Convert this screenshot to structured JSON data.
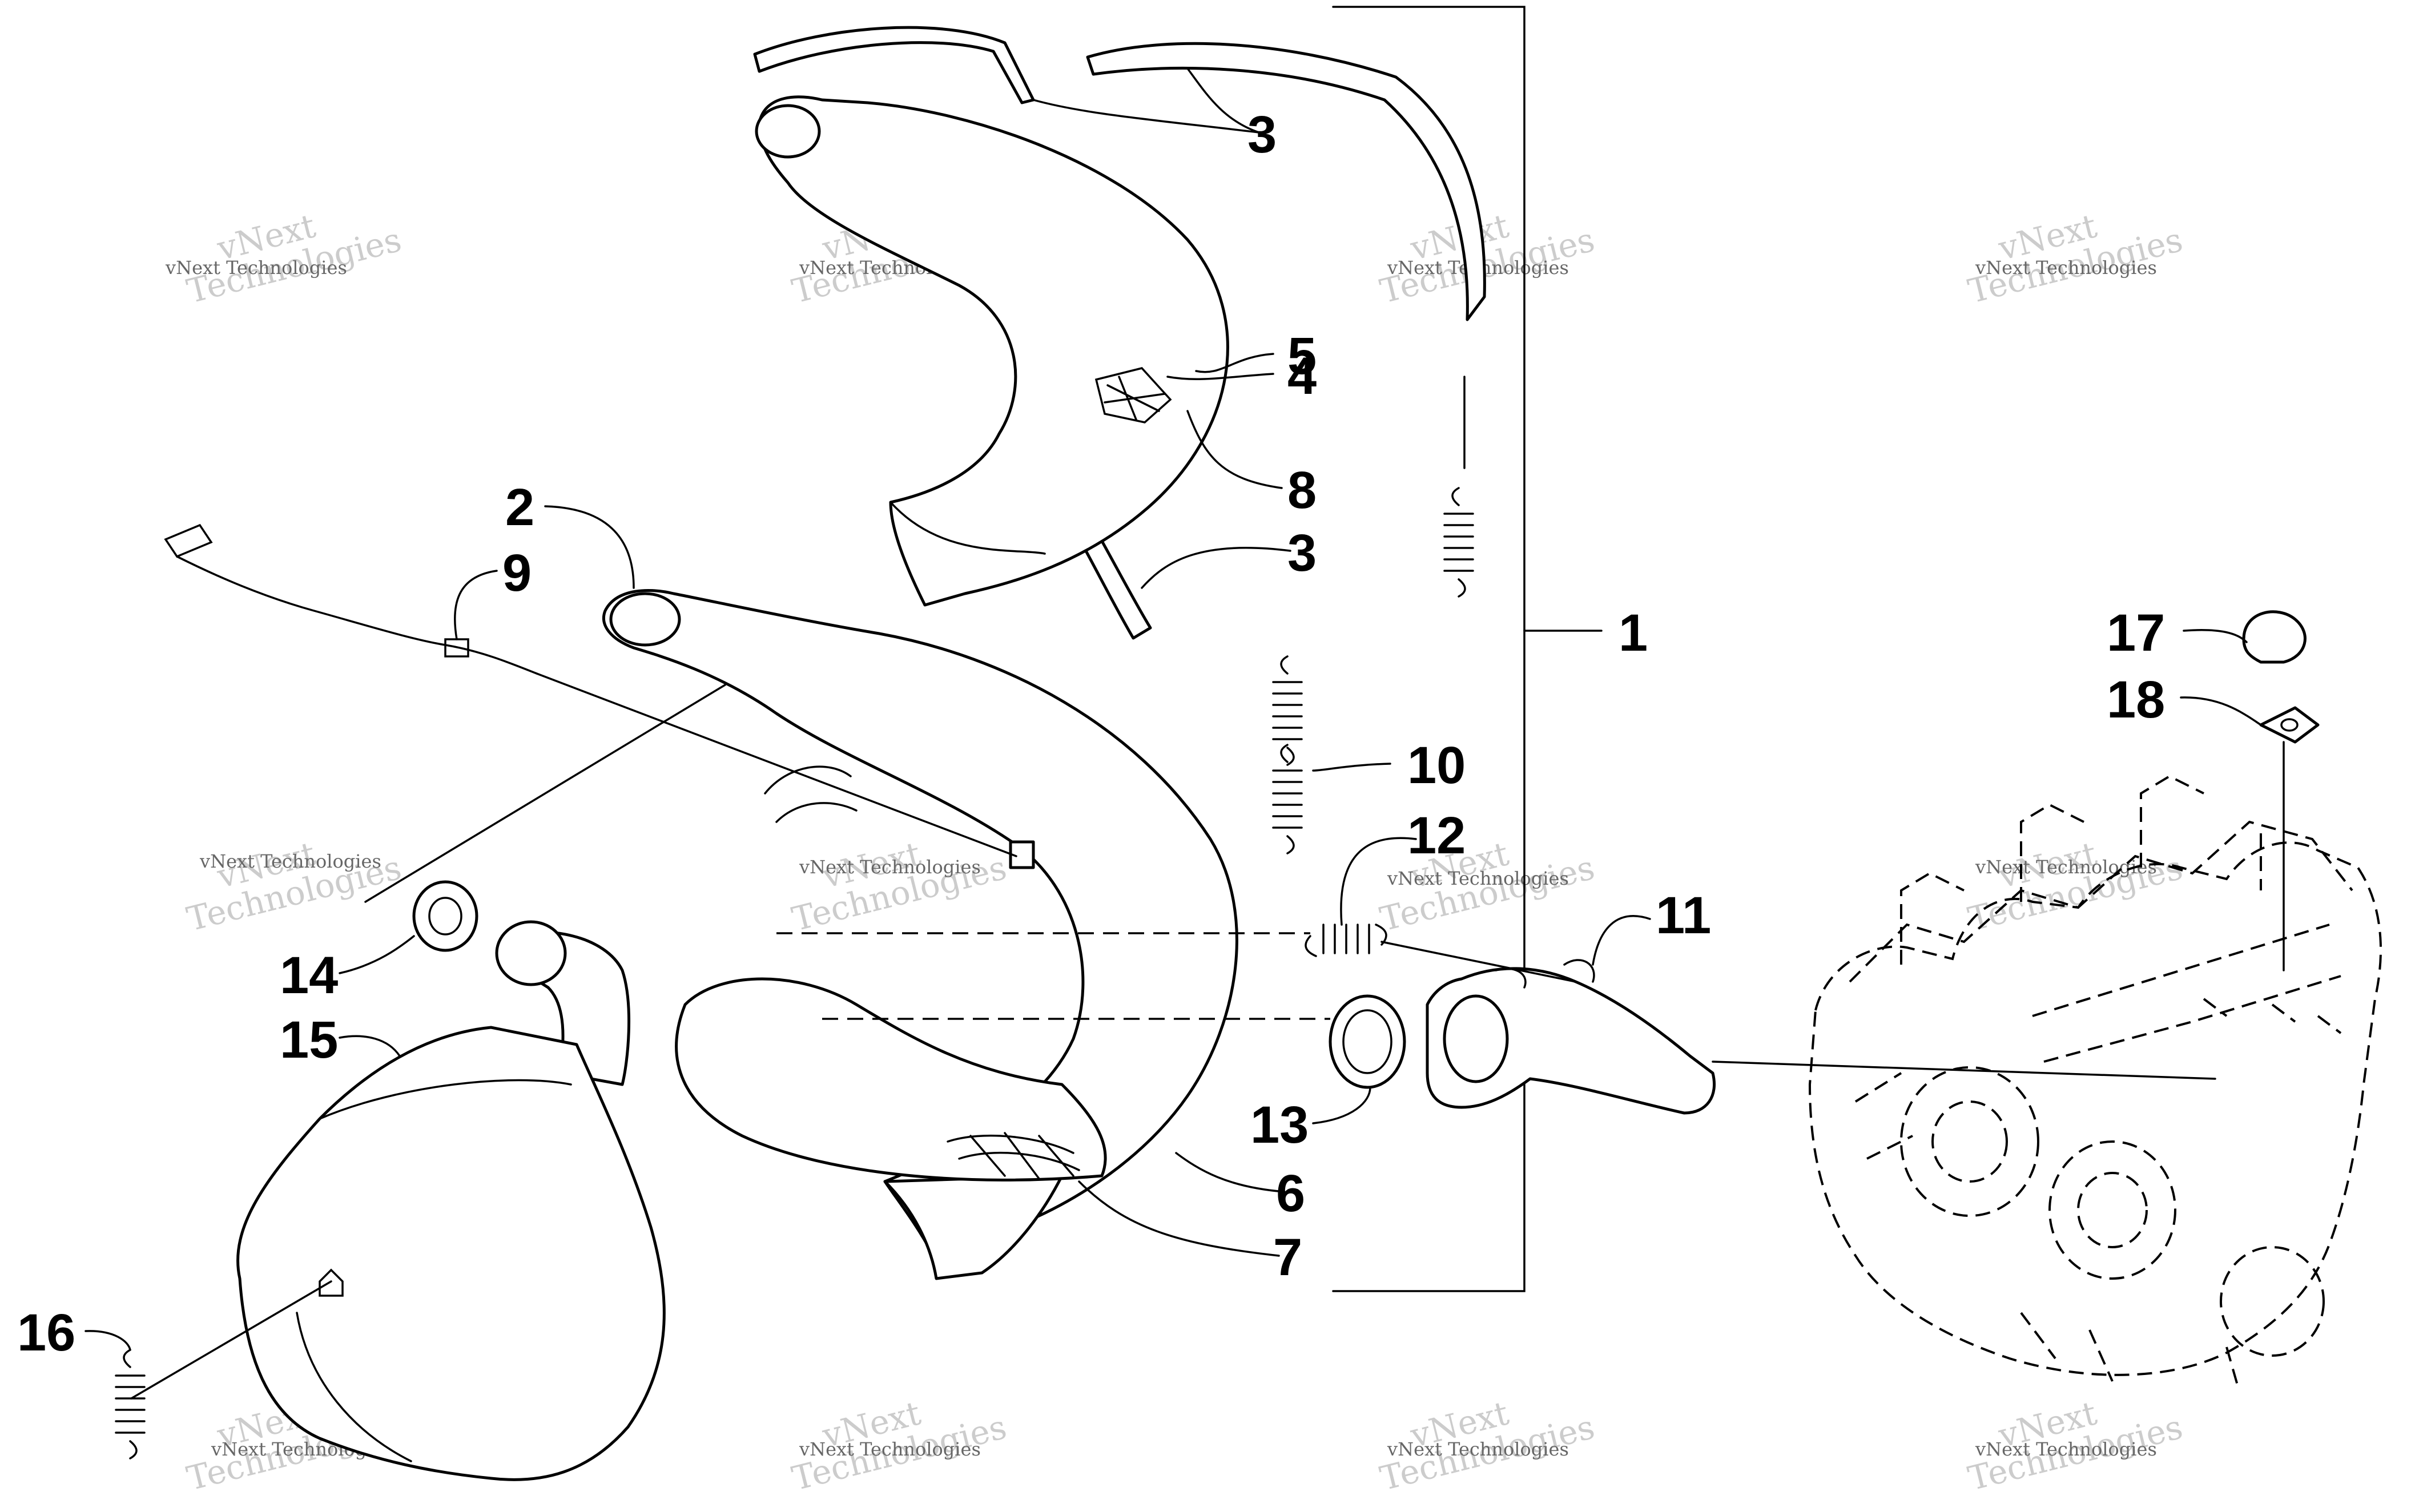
{
  "colors": {
    "line": "#000000",
    "background": "#ffffff",
    "watermark": "#bdbdbd"
  },
  "watermark": {
    "line1": "vNext Technologies",
    "line2a": "vNext",
    "line2b": "Technologies"
  },
  "callouts": {
    "c1": "1",
    "c2": "2",
    "c3a": "3",
    "c3b": "3",
    "c4": "4",
    "c5": "5",
    "c6": "6",
    "c7": "7",
    "c8": "8",
    "c9": "9",
    "c10": "10",
    "c11": "11",
    "c12": "12",
    "c13": "13",
    "c14": "14",
    "c15": "15",
    "c16": "16",
    "c17": "17",
    "c18": "18"
  }
}
